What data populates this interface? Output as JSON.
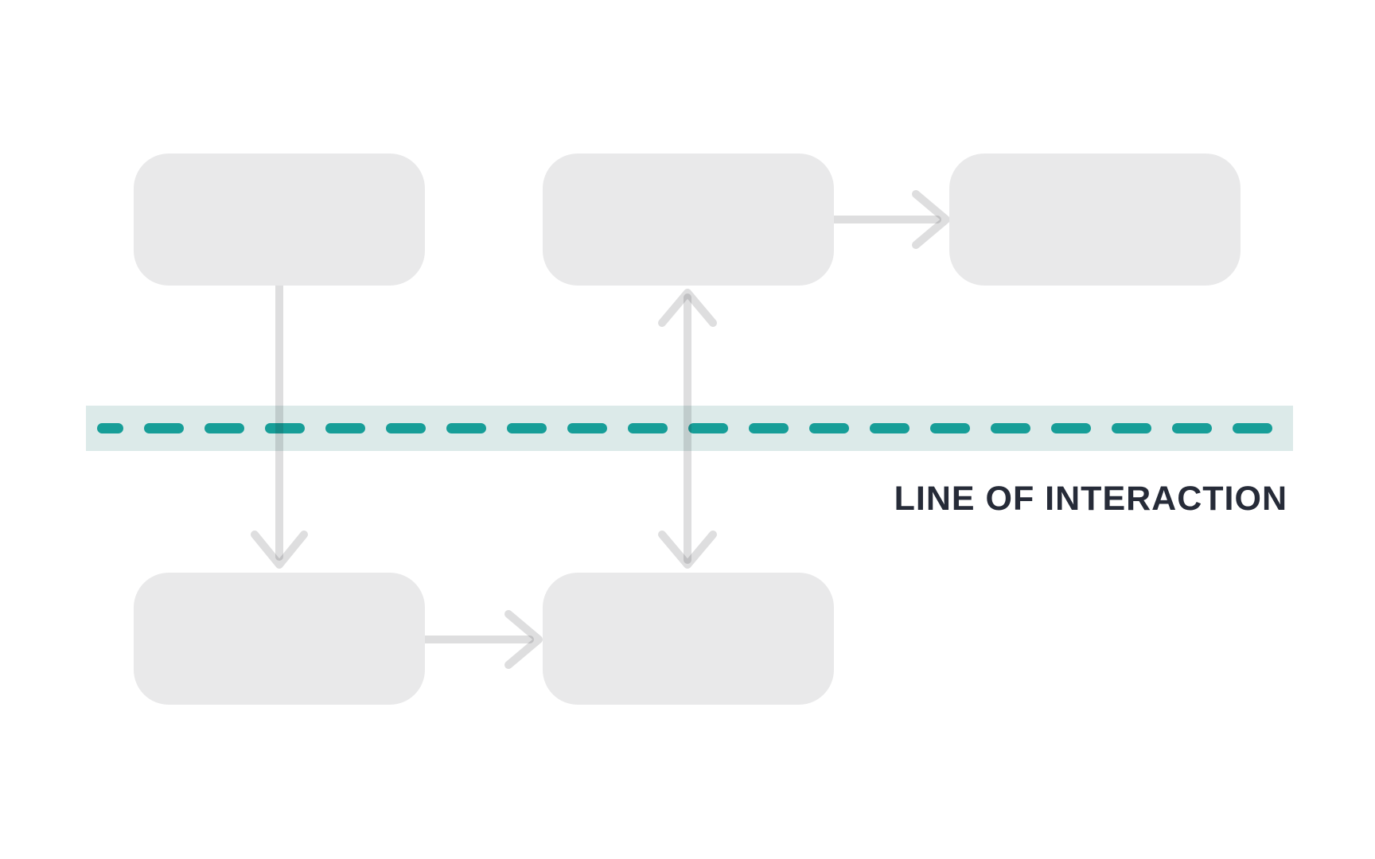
{
  "diagram": {
    "label_line_of_interaction": "LINE OF INTERACTION",
    "boxes": [
      {
        "name": "box-top-left"
      },
      {
        "name": "box-top-middle"
      },
      {
        "name": "box-top-right"
      },
      {
        "name": "box-bottom-left"
      },
      {
        "name": "box-bottom-middle"
      }
    ],
    "icons": {
      "arrow-down-icon": "↓",
      "arrow-double-vertical-icon": "↕",
      "arrow-right-top-icon": "→",
      "arrow-right-bottom-icon": "→",
      "dashed-line-icon": "┅"
    }
  },
  "theme": {
    "page-bg": "#ffffff",
    "box-fill": "#e9e9ea",
    "band-bg": "#dceae9",
    "dash-color": "#179e98",
    "label-color": "#262b38",
    "arrow-color-on-white": "#dcdcde",
    "arrow-stroke": "rgba(25,25,35,0.145)"
  }
}
